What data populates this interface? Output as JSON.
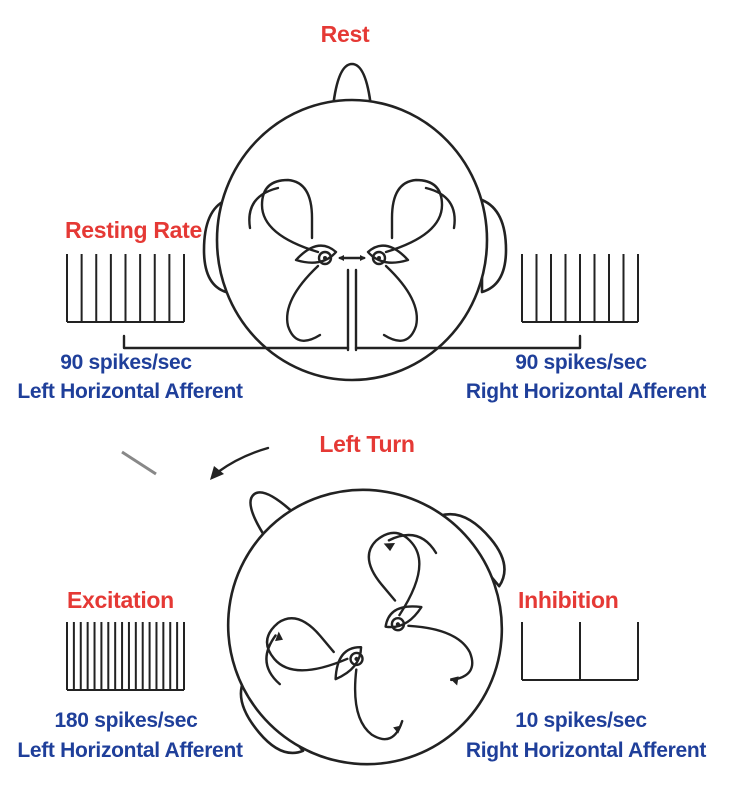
{
  "top": {
    "title": "Rest",
    "label": "Resting Rate",
    "left": {
      "rate": "90 spikes/sec",
      "name": "Left Horizontal Afferent",
      "spikes": 9
    },
    "right": {
      "rate": "90 spikes/sec",
      "name": "Right Horizontal Afferent",
      "spikes": 9
    }
  },
  "bottom": {
    "title": "Left Turn",
    "left": {
      "state": "Excitation",
      "rate": "180 spikes/sec",
      "name": "Left Horizontal Afferent",
      "spikes": 18
    },
    "right": {
      "state": "Inhibition",
      "rate": "10 spikes/sec",
      "name": "Right Horizontal Afferent",
      "spikes": 3
    }
  },
  "colors": {
    "title": "#e53935",
    "afferent": "#1f3f9a",
    "ink": "#222222"
  }
}
